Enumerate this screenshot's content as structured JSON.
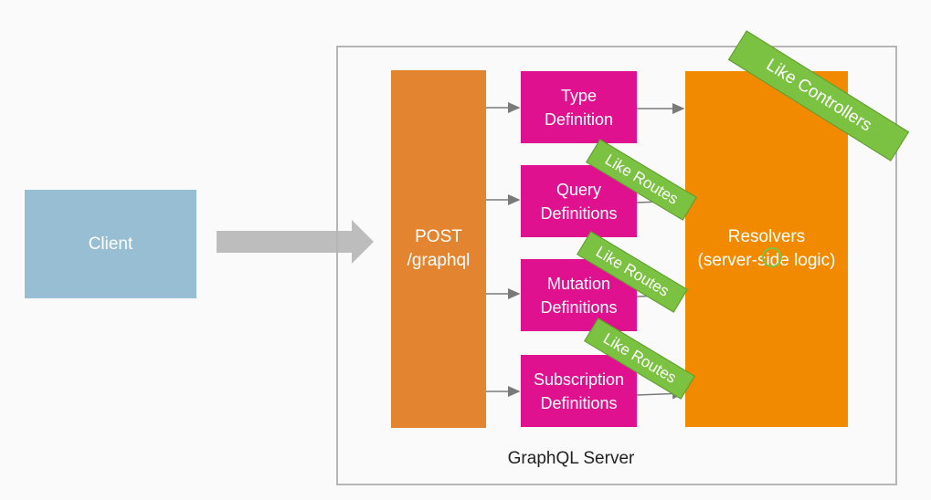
{
  "client": {
    "label": "Client"
  },
  "server": {
    "label": "GraphQL Server",
    "endpoint": {
      "line1": "POST",
      "line2": "/graphql"
    },
    "definitions": [
      {
        "line1": "Type",
        "line2": "Definition"
      },
      {
        "line1": "Query",
        "line2": "Definitions"
      },
      {
        "line1": "Mutation",
        "line2": "Definitions"
      },
      {
        "line1": "Subscription",
        "line2": "Definitions"
      }
    ],
    "resolvers": {
      "line1": "Resolvers",
      "line2": "(server-side logic)"
    }
  },
  "annotations": {
    "controllers": "Like Controllers",
    "routes": [
      "Like Routes",
      "Like Routes",
      "Like Routes"
    ]
  },
  "colors": {
    "client": "#97bed2",
    "endpoint": "#e28430",
    "definition": "#e0118f",
    "resolvers": "#f28a00",
    "annotation": "#7cc242",
    "request_arrow": "#bdbdbd",
    "connector": "#7a7a7a",
    "frame": "#b5b5b5"
  }
}
